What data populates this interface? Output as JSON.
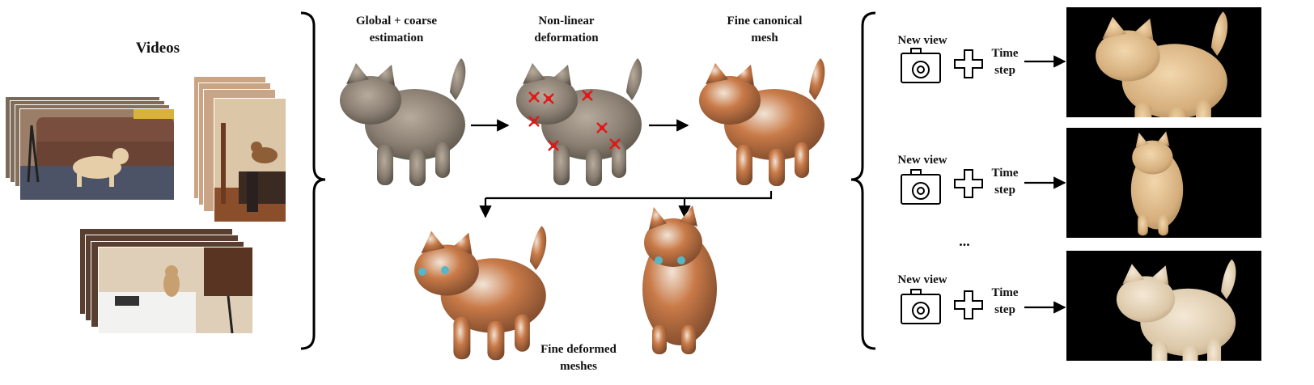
{
  "labels": {
    "videos": "Videos",
    "coarse": [
      "Global + coarse",
      "estimation"
    ],
    "nonlinear": [
      "Non-linear",
      "deformation"
    ],
    "canonical": [
      "Fine canonical",
      "mesh"
    ],
    "deformed": [
      "Fine deformed",
      "meshes"
    ],
    "outputs": [
      {
        "view": "New view",
        "time": [
          "Time",
          "step"
        ]
      },
      {
        "view": "New view",
        "time": [
          "Time",
          "step"
        ]
      },
      {
        "view": "New view",
        "time": [
          "Time",
          "step"
        ]
      }
    ],
    "ellipsis": "..."
  },
  "icons": {
    "camera": "camera-icon",
    "plus": "plus-icon",
    "deform_arrows": "deformation-arrows-icon"
  },
  "colors": {
    "mesh_gray": "#8a7f72",
    "mesh_orange": "#c97a48",
    "fur_light": "#e8c89c",
    "deform_red": "#e01818",
    "render_bg": "#000000"
  }
}
